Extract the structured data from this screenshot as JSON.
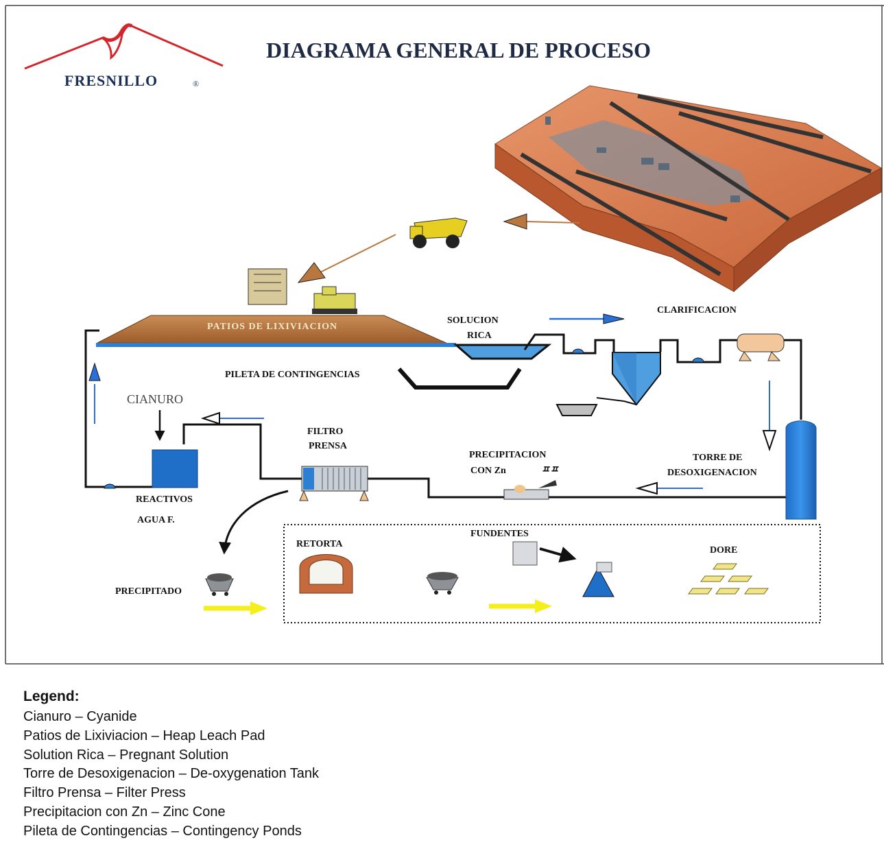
{
  "header": {
    "title": "DIAGRAMA GENERAL DE PROCESO",
    "logo_text": "FRESNILLO",
    "logo_reg": "®"
  },
  "labels": {
    "patios": "PATIOS DE LIXIVIACION",
    "solucion_1": "SOLUCION",
    "solucion_2": "RICA",
    "clarificacion": "CLARIFICACION",
    "pileta": "PILETA DE CONTINGENCIAS",
    "cianuro": "CIANURO",
    "filtro_1": "FILTRO",
    "filtro_2": "PRENSA",
    "precip_1": "PRECIPITACION",
    "precip_2": "CON Zn",
    "torre_1": "TORRE DE",
    "torre_2": "DESOXIGENACION",
    "reactivos": "REACTIVOS",
    "agua": "AGUA F.",
    "fundentes": "FUNDENTES",
    "retorta": "RETORTA",
    "dore": "DORE",
    "precipitado": "PRECIPITADO"
  },
  "legend": {
    "title": "Legend:",
    "items": [
      "Cianuro – Cyanide",
      "Patios de Lixiviacion – Heap Leach Pad",
      "Solution Rica – Pregnant Solution",
      "Torre de Desoxigenacion – De-oxygenation Tank",
      "Filtro Prensa – Filter Press",
      "Precipitacion con Zn – Zinc Cone",
      "Pileta de Contingencias – Contingency Ponds"
    ]
  },
  "colors": {
    "logo_red": "#d3262b",
    "logo_text": "#1a2f55",
    "pipe": "#111111",
    "water_blue": "#2d7fd1",
    "heap_brown": "#b8773f",
    "brick": "#d97a4a",
    "arrow_blue": "#2a6fd6",
    "arrow_yellow": "#f4ee1a",
    "gold": "#f1e58a"
  }
}
